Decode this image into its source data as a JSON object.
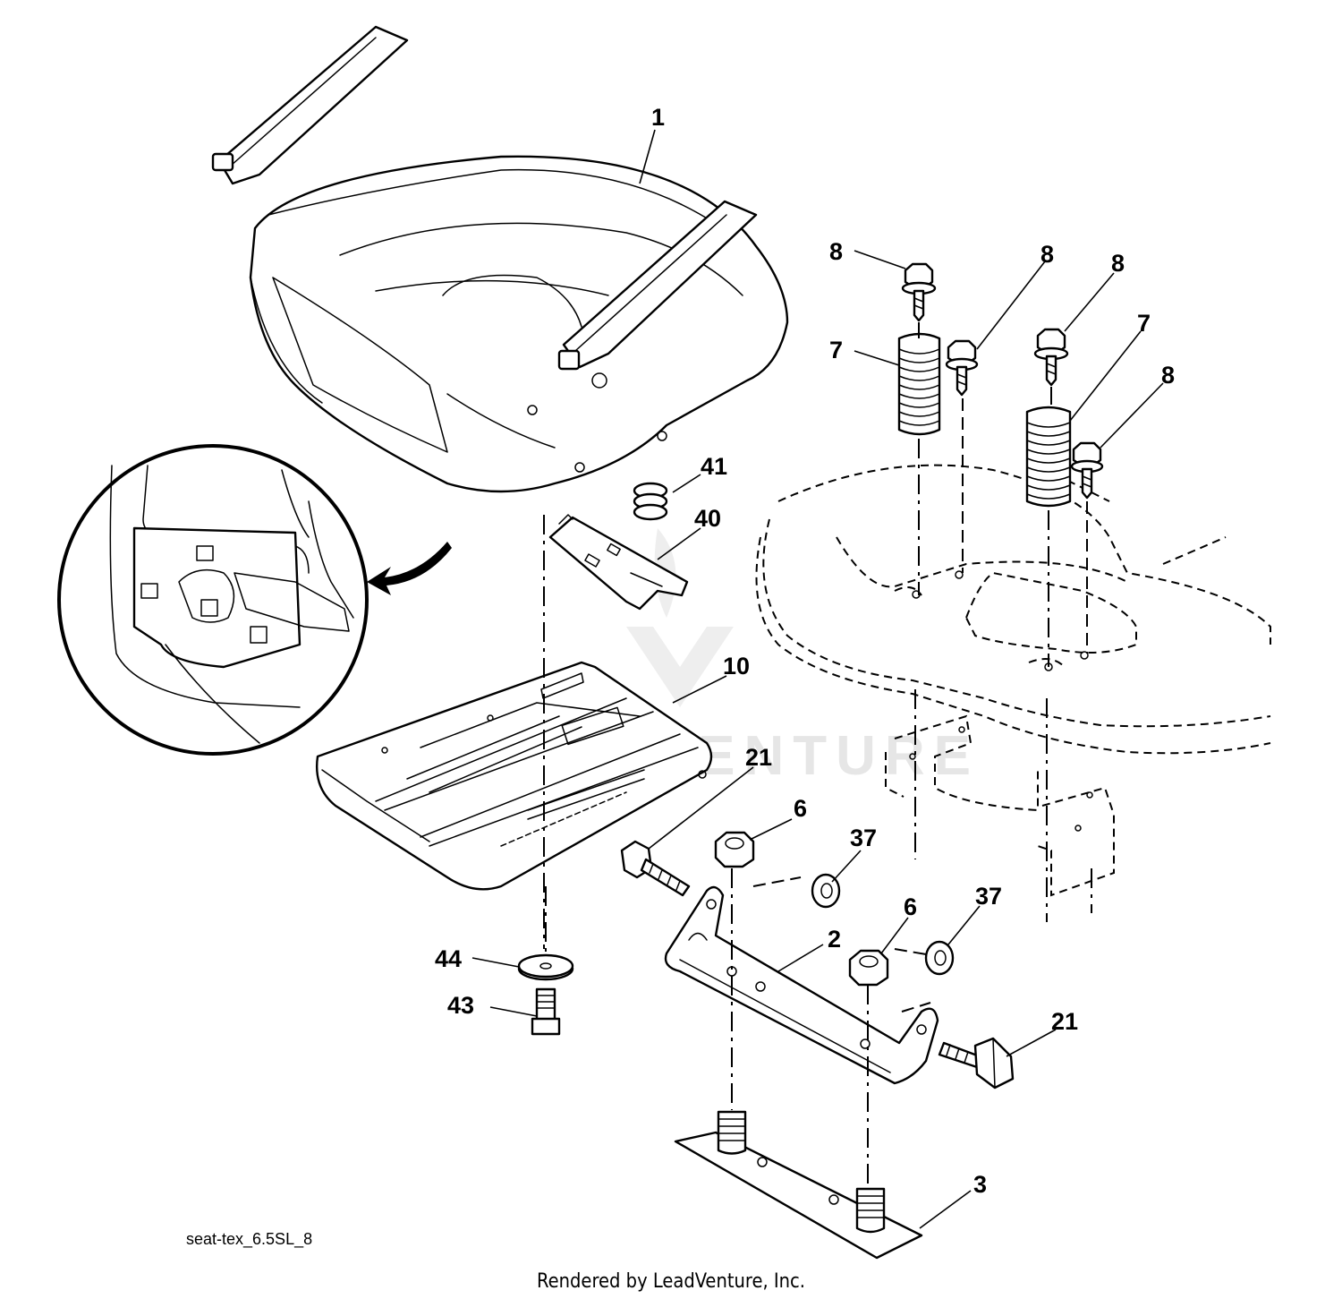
{
  "diagram": {
    "callouts": {
      "c1": "1",
      "c2": "2",
      "c3": "3",
      "c6a": "6",
      "c6b": "6",
      "c7a": "7",
      "c7b": "7",
      "c8a": "8",
      "c8b": "8",
      "c8c": "8",
      "c8d": "8",
      "c10": "10",
      "c21a": "21",
      "c21b": "21",
      "c37a": "37",
      "c37b": "37",
      "c40": "40",
      "c41": "41",
      "c43": "43",
      "c44": "44"
    },
    "drawing_code": "seat-tex_6.5SL_8",
    "watermark": "LEADVENTURE"
  },
  "footer": {
    "rendered_by": "Rendered by LeadVenture, Inc."
  }
}
